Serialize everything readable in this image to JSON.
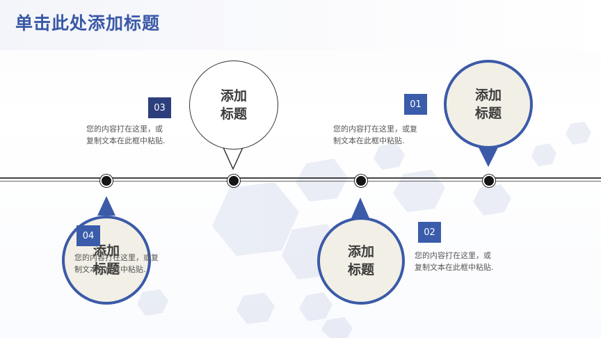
{
  "slide": {
    "title": "单击此处添加标题",
    "accent_color": "#3b5aa8",
    "dark_color": "#2c3e7c"
  },
  "items": [
    {
      "number": "01",
      "bubble_text": "添加\n标题",
      "description": "您的内容打在这里，或复\n制文本在此框中粘贴."
    },
    {
      "number": "02",
      "bubble_text": "添加\n标题",
      "description": "您的内容打在这里，或\n复制文本在此框中粘贴."
    },
    {
      "number": "03",
      "bubble_text": "添加\n标题",
      "description": "您的内容打在这里，或\n复制文本在此框中粘贴."
    },
    {
      "number": "04",
      "bubble_text": "添加\n标题",
      "description": "您的内容打在这里，或复\n制文本在此框中粘贴."
    }
  ]
}
